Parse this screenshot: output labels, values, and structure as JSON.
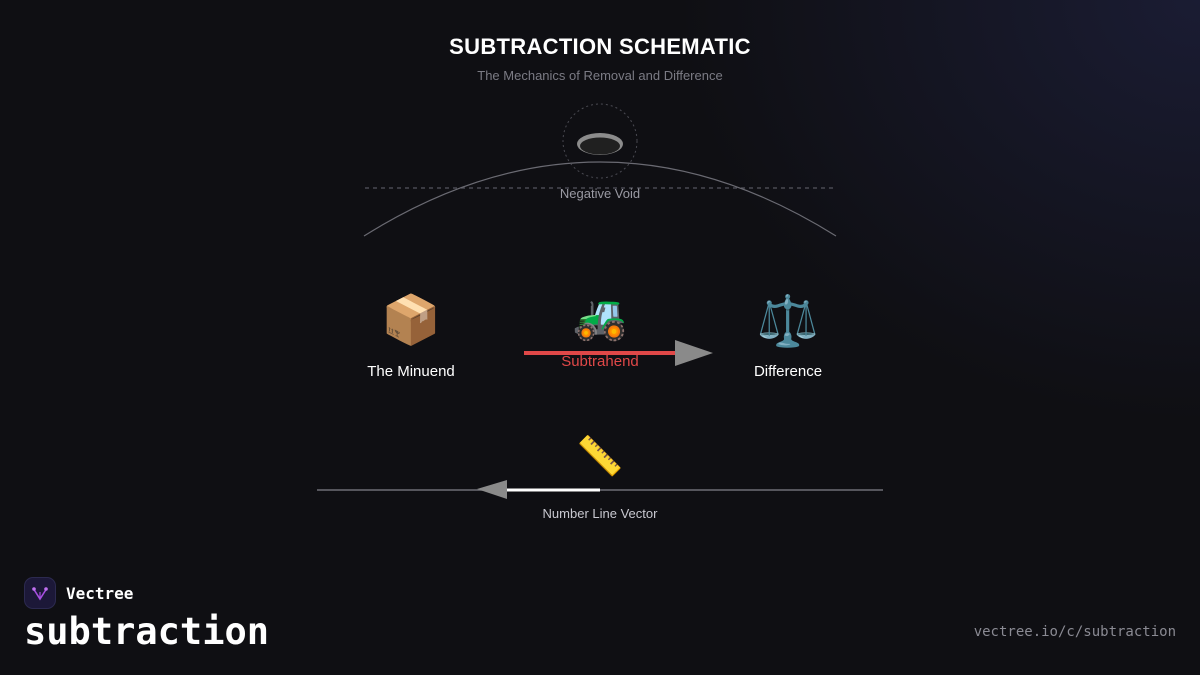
{
  "header": {
    "title": "SUBTRACTION SCHEMATIC",
    "subtitle": "The Mechanics of Removal and Difference"
  },
  "diagram": {
    "void": {
      "label": "Negative Void",
      "icon": "hole-icon"
    },
    "minuend": {
      "label": "The Minuend",
      "icon": "package-icon",
      "glyph": "📦"
    },
    "subtrahend": {
      "label": "Subtrahend",
      "icon": "tractor-icon",
      "glyph": "🚜",
      "color": "#e04848"
    },
    "difference": {
      "label": "Difference",
      "icon": "balance-scale-icon",
      "glyph": "⚖️"
    },
    "number_line": {
      "label": "Number Line Vector",
      "icon": "ruler-icon",
      "glyph": "📏"
    }
  },
  "brand": {
    "name": "Vectree",
    "topic": "subtraction",
    "url": "vectree.io/c/subtraction"
  },
  "colors": {
    "background": "#0f0f13",
    "subtrahend_red": "#e04848",
    "arrow_gray": "#8a8a8a"
  }
}
